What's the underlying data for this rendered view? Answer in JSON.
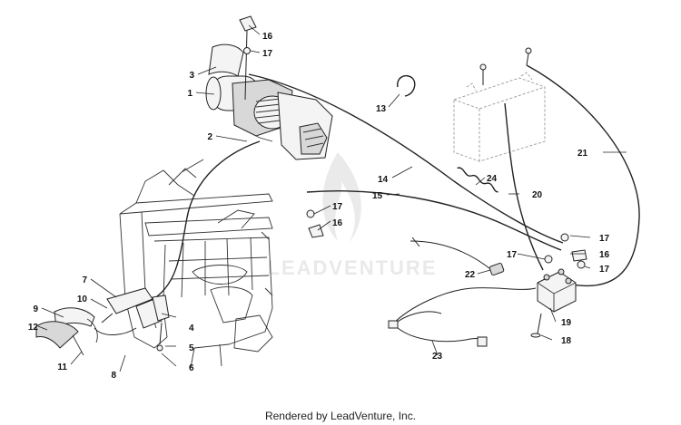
{
  "watermark": {
    "text": "LEADVENTURE"
  },
  "footer": {
    "text": "Rendered by LeadVenture, Inc."
  },
  "callouts": [
    "1",
    "2",
    "3",
    "4",
    "5",
    "6",
    "7",
    "8",
    "9",
    "10",
    "11",
    "12",
    "13",
    "14",
    "15",
    "16",
    "16",
    "16",
    "17",
    "17",
    "17",
    "17",
    "17",
    "18",
    "19",
    "20",
    "21",
    "22",
    "23",
    "24"
  ]
}
